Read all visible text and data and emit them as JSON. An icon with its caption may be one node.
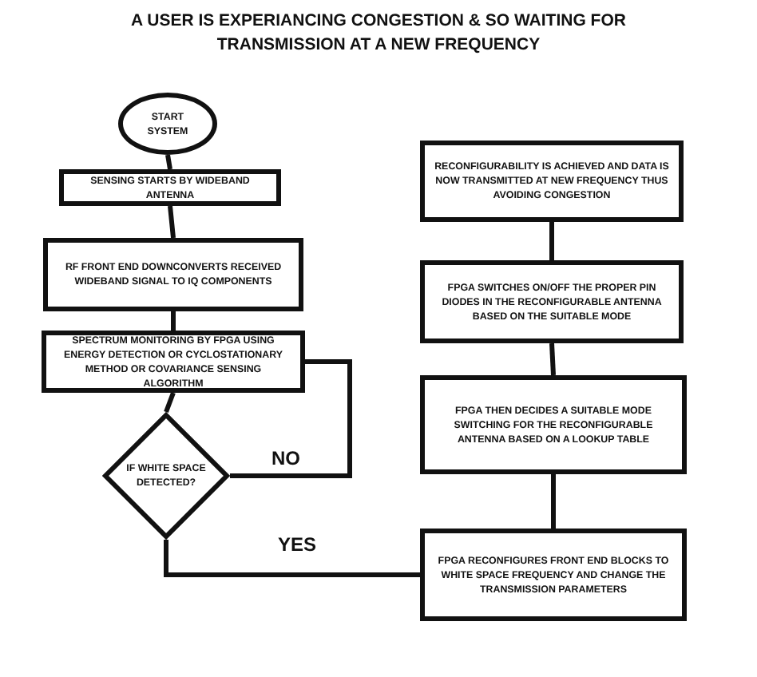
{
  "diagram": {
    "title": "A USER IS EXPERIANCING CONGESTION & SO WAITING FOR TRANSMISSION AT A NEW FREQUENCY",
    "nodes": [
      {
        "text": [
          "START SYSTEM"
        ]
      },
      {
        "text": [
          "SENSING STARTS BY WIDEBAND ANTENNA"
        ]
      },
      {
        "text": [
          "RF FRONT END DOWNCONVERTS RECEIVED WIDEBAND SIGNAL TO IQ COMPONENTS"
        ]
      },
      {
        "text": [
          "SPECTRUM MONITORING BY FPGA USING ENERGY DETECTION OR CYCLOSTATIONARY METHOD OR COVARIANCE SENSING ALGORITHM"
        ]
      },
      {
        "text": [
          "IF WHITE SPACE DETECTED?"
        ]
      },
      {
        "text": [
          "RECONFIGURABILITY IS ACHIEVED AND DATA IS NOW TRANSMITTED AT NEW FREQUENCY THUS AVOIDING CONGESTION"
        ]
      },
      {
        "text": [
          "FPGA SWITCHES ON/OFF THE PROPER PIN DIODES IN THE RECONFIGURABLE ANTENNA BASED ON THE SUITABLE MODE"
        ]
      },
      {
        "text": [
          "FPGA THEN DECIDES A SUITABLE MODE SWITCHING FOR THE RECONFIGURABLE ANTENNA BASED ON A LOOKUP TABLE"
        ]
      },
      {
        "text": [
          "FPGA RECONFIGURES FRONT END BLOCKS TO WHITE SPACE FREQUENCY AND CHANGE THE TRANSMISSION PARAMETERS"
        ]
      }
    ],
    "edges": [
      {
        "from": 0,
        "to": 1,
        "arrow": "none"
      },
      {
        "from": 1,
        "to": 2,
        "arrow": "none"
      },
      {
        "from": 2,
        "to": 3,
        "arrow": "none"
      },
      {
        "from": 3,
        "to": 4,
        "arrow": "none"
      },
      {
        "from": 4,
        "to": 3,
        "arrow": "none",
        "label": "NO"
      },
      {
        "from": 4,
        "to": 8,
        "arrow": "none",
        "label": "YES"
      },
      {
        "from": 8,
        "to": 7,
        "arrow": "none"
      },
      {
        "from": 7,
        "to": 6,
        "arrow": "none"
      },
      {
        "from": 6,
        "to": 5,
        "arrow": "none"
      }
    ]
  }
}
